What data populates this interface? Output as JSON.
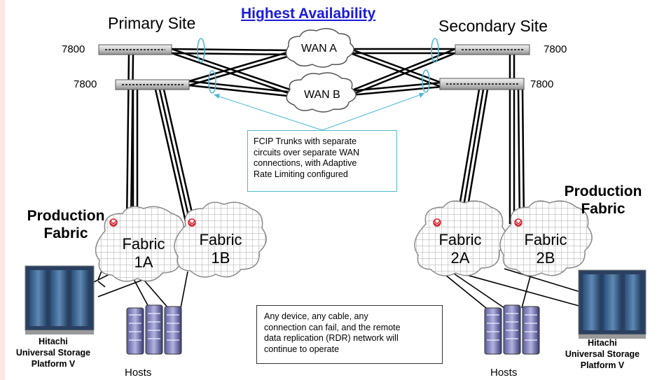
{
  "title": "Highest Availability",
  "sites": {
    "primary": "Primary Site",
    "secondary": "Secondary Site"
  },
  "switch_model": "7800",
  "wan": {
    "a": "WAN A",
    "b": "WAN B"
  },
  "fabrics": [
    {
      "name": "Fabric",
      "id": "1A"
    },
    {
      "name": "Fabric",
      "id": "1B"
    },
    {
      "name": "Fabric",
      "id": "2A"
    },
    {
      "name": "Fabric",
      "id": "2B"
    }
  ],
  "production_fabric": {
    "line1": "Production",
    "line2": "Fabric"
  },
  "storage": {
    "line1": "Hitachi",
    "line2": "Universal Storage",
    "line3": "Platform V"
  },
  "hosts_label": "Hosts",
  "callout_fcip": [
    "FCIP Trunks with separate",
    "circuits over separate WAN",
    "connections, with Adaptive",
    "Rate Limiting configured"
  ],
  "callout_rdr": [
    "Any device, any cable, any",
    "connection can fail, and the remote",
    "data replication (RDR) network will",
    "continue to operate"
  ],
  "colors": {
    "title": "#1a1adf",
    "callout_border": "#4fb8d6",
    "trunk_ring": "#4fb8d6",
    "fabric_logo": "#d41f2b"
  }
}
